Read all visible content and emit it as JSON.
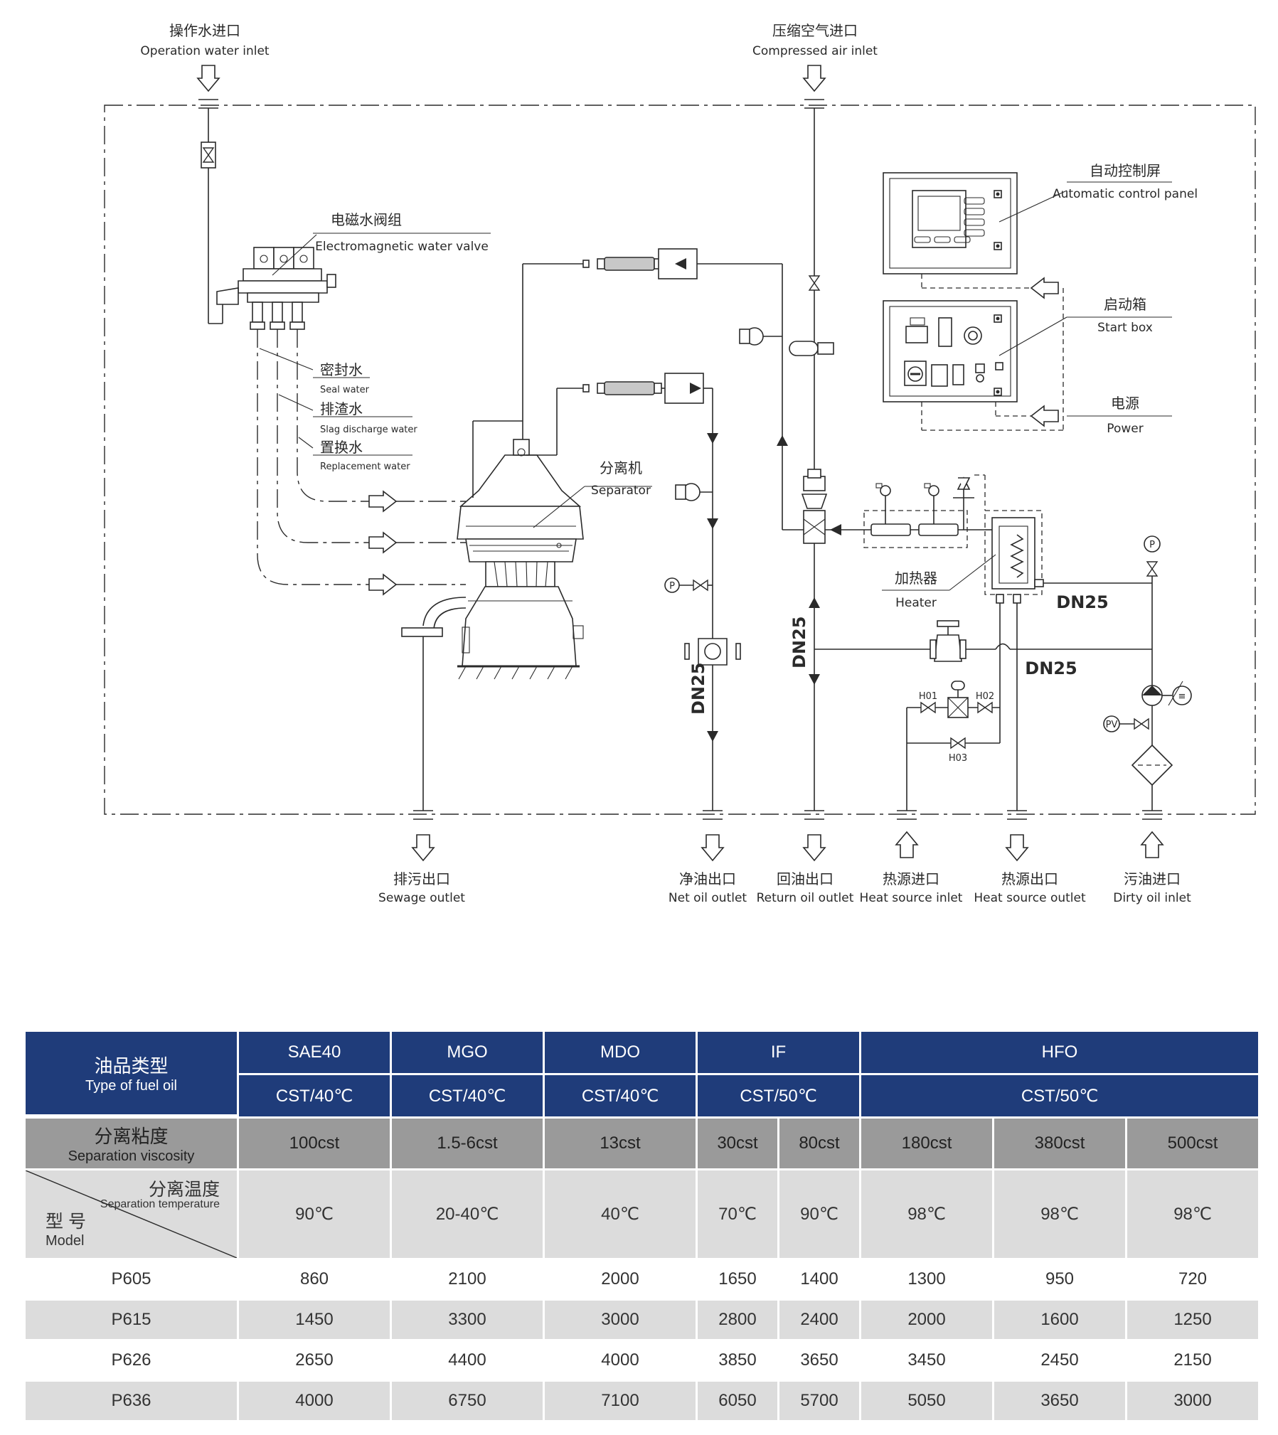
{
  "diagram": {
    "inlets_top": {
      "water_cn": "操作水进口",
      "water_en": "Operation water inlet",
      "air_cn": "压缩空气进口",
      "air_en": "Compressed air inlet"
    },
    "control_panel": {
      "cn": "自动控制屏",
      "en": "Automatic control panel"
    },
    "start_box": {
      "cn": "启动箱",
      "en": "Start box"
    },
    "power": {
      "cn": "电源",
      "en": "Power"
    },
    "em_valve": {
      "cn": "电磁水阀组",
      "en": "Electromagnetic water valve"
    },
    "seal_water": {
      "cn": "密封水",
      "en": "Seal water"
    },
    "slag_water": {
      "cn": "排渣水",
      "en": "Slag discharge water"
    },
    "replace_water": {
      "cn": "置换水",
      "en": "Replacement water"
    },
    "separator": {
      "cn": "分离机",
      "en": "Separator"
    },
    "heater": {
      "cn": "加热器",
      "en": "Heater"
    },
    "pipe_sizes": [
      "DN25",
      "DN25",
      "DN25",
      "DN25"
    ],
    "valve_tags": {
      "h01": "H01",
      "h02": "H02",
      "h03": "H03",
      "p": "P",
      "pv": "PV"
    },
    "outlets": [
      {
        "cn": "排污出口",
        "en": "Sewage outlet"
      },
      {
        "cn": "净油出口",
        "en": "Net oil outlet"
      },
      {
        "cn": "回油出口",
        "en": "Return oil outlet"
      },
      {
        "cn": "热源进口",
        "en": "Heat source inlet"
      },
      {
        "cn": "热源出口",
        "en": "Heat source outlet"
      },
      {
        "cn": "污油进口",
        "en": "Dirty oil inlet"
      }
    ]
  },
  "table": {
    "type_label_cn": "油品类型",
    "type_label_en": "Type of fuel oil",
    "oil_types": [
      "SAE40",
      "MGO",
      "MDO",
      "IF",
      "HFO"
    ],
    "units": [
      "CST/40℃",
      "CST/40℃",
      "CST/40℃",
      "CST/50℃",
      "CST/50℃"
    ],
    "visc_label_cn": "分离粘度",
    "visc_label_en": "Separation viscosity",
    "viscosities": [
      "100cst",
      "1.5-6cst",
      "13cst",
      "30cst",
      "80cst",
      "180cst",
      "380cst",
      "500cst"
    ],
    "temp_label_cn": "分离温度",
    "temp_label_en": "Separation temperature",
    "model_label_cn": "型 号",
    "model_label_en": "Model",
    "temperatures": [
      "90℃",
      "20-40℃",
      "40℃",
      "70℃",
      "90℃",
      "98℃",
      "98℃",
      "98℃"
    ],
    "rows": [
      {
        "model": "P605",
        "values": [
          "860",
          "2100",
          "2000",
          "1650",
          "1400",
          "1300",
          "950",
          "720"
        ]
      },
      {
        "model": "P615",
        "values": [
          "1450",
          "3300",
          "3000",
          "2800",
          "2400",
          "2000",
          "1600",
          "1250"
        ]
      },
      {
        "model": "P626",
        "values": [
          "2650",
          "4400",
          "4000",
          "3850",
          "3650",
          "3450",
          "2450",
          "2150"
        ]
      },
      {
        "model": "P636",
        "values": [
          "4000",
          "6750",
          "7100",
          "6050",
          "5700",
          "5050",
          "3650",
          "3000"
        ]
      }
    ]
  }
}
